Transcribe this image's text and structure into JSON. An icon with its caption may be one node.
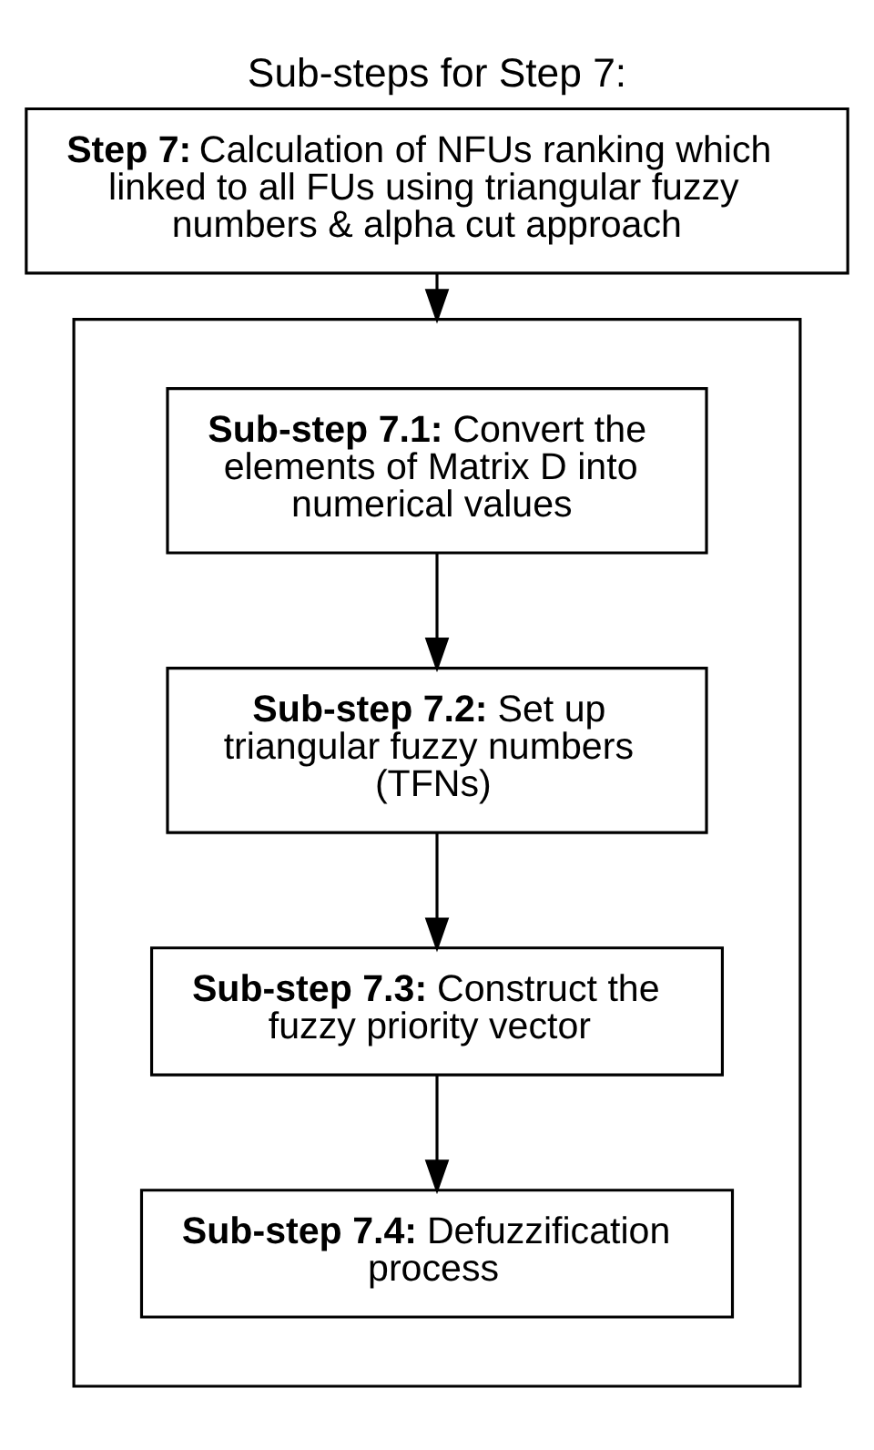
{
  "diagram": {
    "title": "Sub-steps for Step 7:",
    "nodes": [
      {
        "text": [
          "**Step 7:** Calculation of NFUs ranking which linked to all FUs using triangular fuzzy numbers & alpha cut approach"
        ]
      },
      {
        "text": [],
        "shape": "box"
      },
      {
        "text": [
          "**Sub-step 7.1:** Convert the elements of Matrix D into numerical values"
        ],
        "in": 1
      },
      {
        "text": [
          "**Sub-step 7.2:** Set up triangular fuzzy numbers (TFNs)"
        ],
        "in": 1
      },
      {
        "text": [
          "**Sub-step 7.3:** Construct the fuzzy priority vector"
        ],
        "in": 1
      },
      {
        "text": [
          "**Sub-step 7.4:** Defuzzification process"
        ],
        "in": 1
      }
    ],
    "edges": [
      {
        "from": 0,
        "to": 1,
        "arrow": "to"
      },
      {
        "from": 2,
        "to": 3,
        "arrow": "to"
      },
      {
        "from": 3,
        "to": 4,
        "arrow": "to"
      },
      {
        "from": 4,
        "to": 5,
        "arrow": "to"
      }
    ]
  }
}
